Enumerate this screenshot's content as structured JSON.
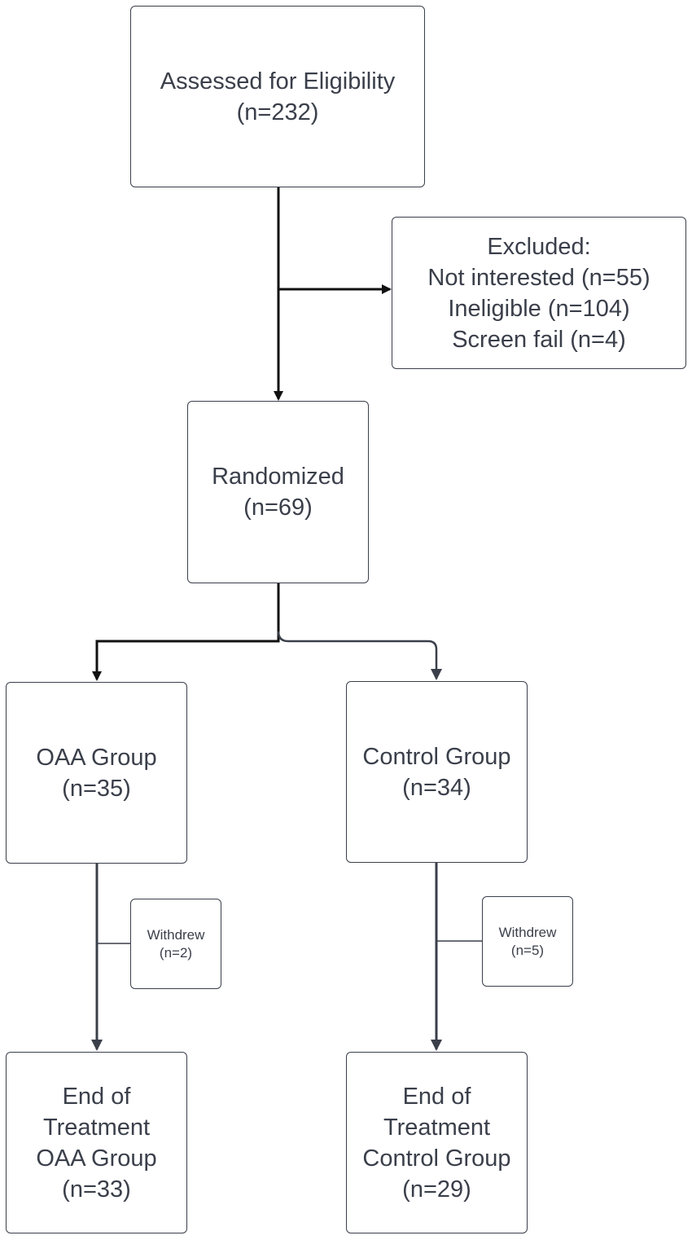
{
  "assessed": {
    "lines": [
      "Assessed for Eligibility",
      "(n=232)"
    ]
  },
  "excluded": {
    "lines": [
      "Excluded:",
      "Not interested (n=55)",
      "Ineligible (n=104)",
      "Screen fail (n=4)"
    ]
  },
  "randomized": {
    "lines": [
      "Randomized",
      "(n=69)"
    ]
  },
  "oaa_group": {
    "lines": [
      "OAA Group",
      "(n=35)"
    ]
  },
  "control_group": {
    "lines": [
      "Control Group",
      "(n=34)"
    ]
  },
  "oaa_withdrew": {
    "lines": [
      "Withdrew",
      "(n=2)"
    ]
  },
  "control_withdrew": {
    "lines": [
      "Withdrew",
      "(n=5)"
    ]
  },
  "oaa_end": {
    "lines": [
      "End of",
      "Treatment",
      "OAA Group",
      "(n=33)"
    ]
  },
  "control_end": {
    "lines": [
      "End of",
      "Treatment",
      "Control Group",
      "(n=29)"
    ]
  },
  "colors": {
    "line": "#111111",
    "box_border": "#3a3f4a",
    "text": "#3a3f4a"
  }
}
